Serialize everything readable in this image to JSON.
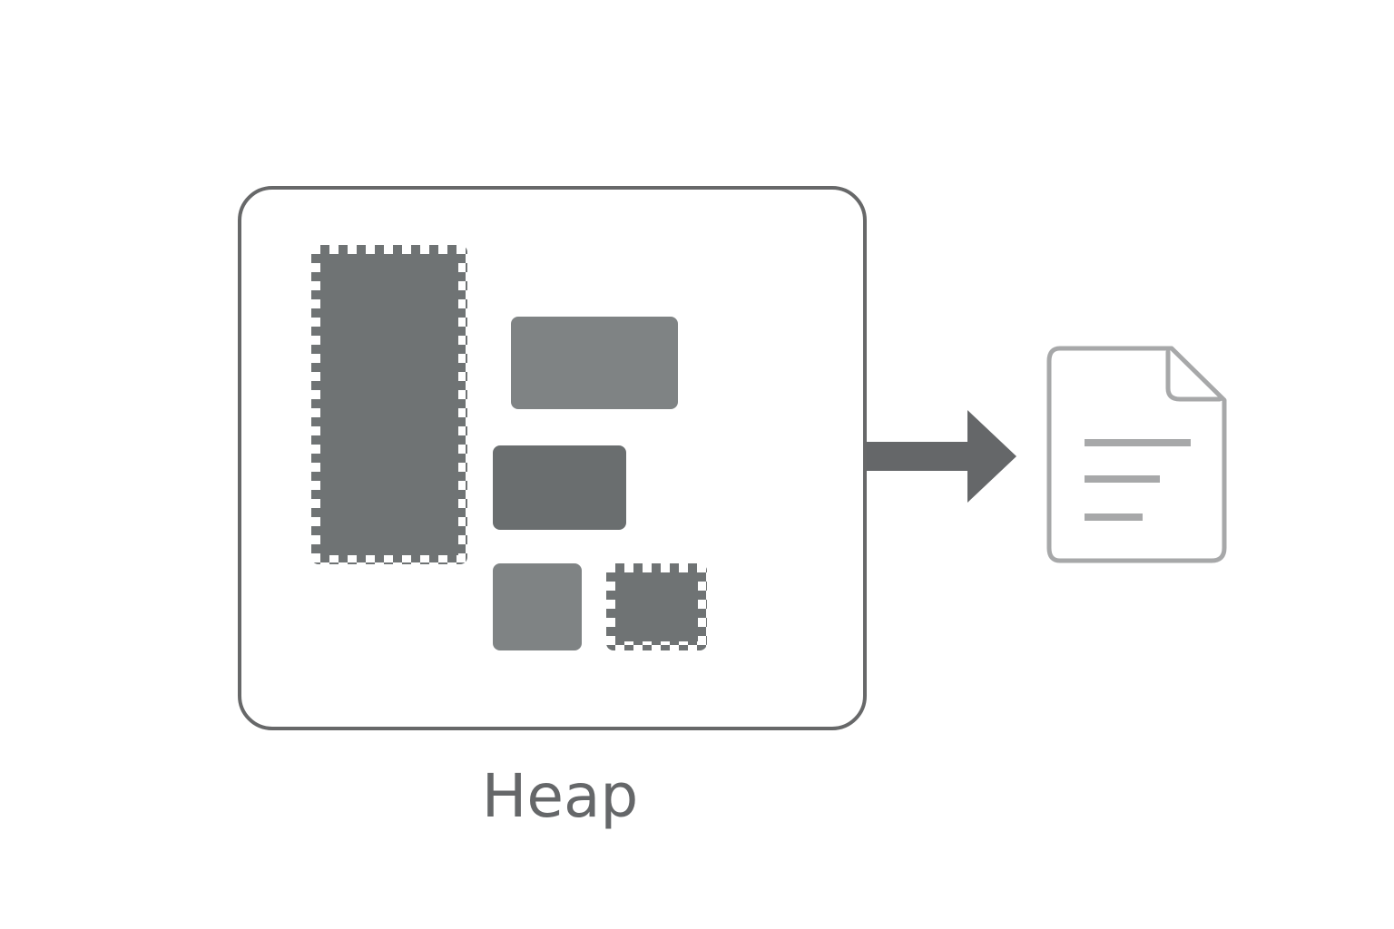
{
  "diagram": {
    "heap_label": "Heap",
    "colors": {
      "frame": "#676869",
      "block_dark": "#6f7374",
      "block_mid": "#7f8384",
      "block_darker": "#6a6e6f",
      "dash_light": "#ffffff",
      "arrow": "#656769",
      "document": "#a7a8a9"
    },
    "heap_blocks": [
      {
        "name": "heap-block-large-marked",
        "style": "checkered",
        "color": "block_dark"
      },
      {
        "name": "heap-block-wide",
        "style": "solid",
        "color": "block_mid"
      },
      {
        "name": "heap-block-medium",
        "style": "solid",
        "color": "block_darker"
      },
      {
        "name": "heap-block-small",
        "style": "solid",
        "color": "block_mid"
      },
      {
        "name": "heap-block-small-marked",
        "style": "checkered",
        "color": "block_dark"
      }
    ],
    "arrow_icon": "right-arrow-icon",
    "document_icon": "document-icon"
  }
}
